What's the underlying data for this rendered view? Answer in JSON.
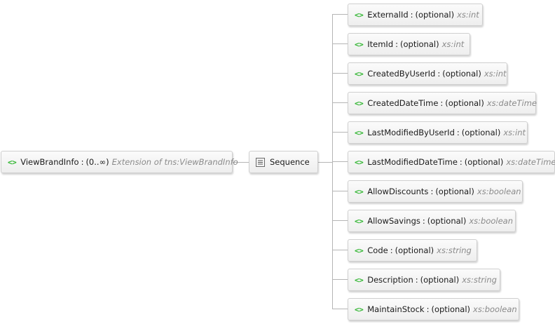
{
  "root": {
    "name": "ViewBrandInfo",
    "cardinality": "(0..∞)",
    "type": "Extension of tns:ViewBrandInfo",
    "icon": "element-icon"
  },
  "sequence": {
    "label": "Sequence",
    "icon": "sequence-icon"
  },
  "children": [
    {
      "name": "ExternalId",
      "cardinality": "(optional)",
      "type": "xs:int"
    },
    {
      "name": "ItemId",
      "cardinality": "(optional)",
      "type": "xs:int"
    },
    {
      "name": "CreatedByUserId",
      "cardinality": "(optional)",
      "type": "xs:int"
    },
    {
      "name": "CreatedDateTime",
      "cardinality": "(optional)",
      "type": "xs:dateTime"
    },
    {
      "name": "LastModifiedByUserId",
      "cardinality": "(optional)",
      "type": "xs:int"
    },
    {
      "name": "LastModifiedDateTime",
      "cardinality": "(optional)",
      "type": "xs:dateTime"
    },
    {
      "name": "AllowDiscounts",
      "cardinality": "(optional)",
      "type": "xs:boolean"
    },
    {
      "name": "AllowSavings",
      "cardinality": "(optional)",
      "type": "xs:boolean"
    },
    {
      "name": "Code",
      "cardinality": "(optional)",
      "type": "xs:string"
    },
    {
      "name": "Description",
      "cardinality": "(optional)",
      "type": "xs:string"
    },
    {
      "name": "MaintainStock",
      "cardinality": "(optional)",
      "type": "xs:boolean"
    }
  ],
  "colors": {
    "element_icon": "#2fb52f",
    "type_text": "#8a8a8a",
    "connector": "#b5b5b5"
  }
}
